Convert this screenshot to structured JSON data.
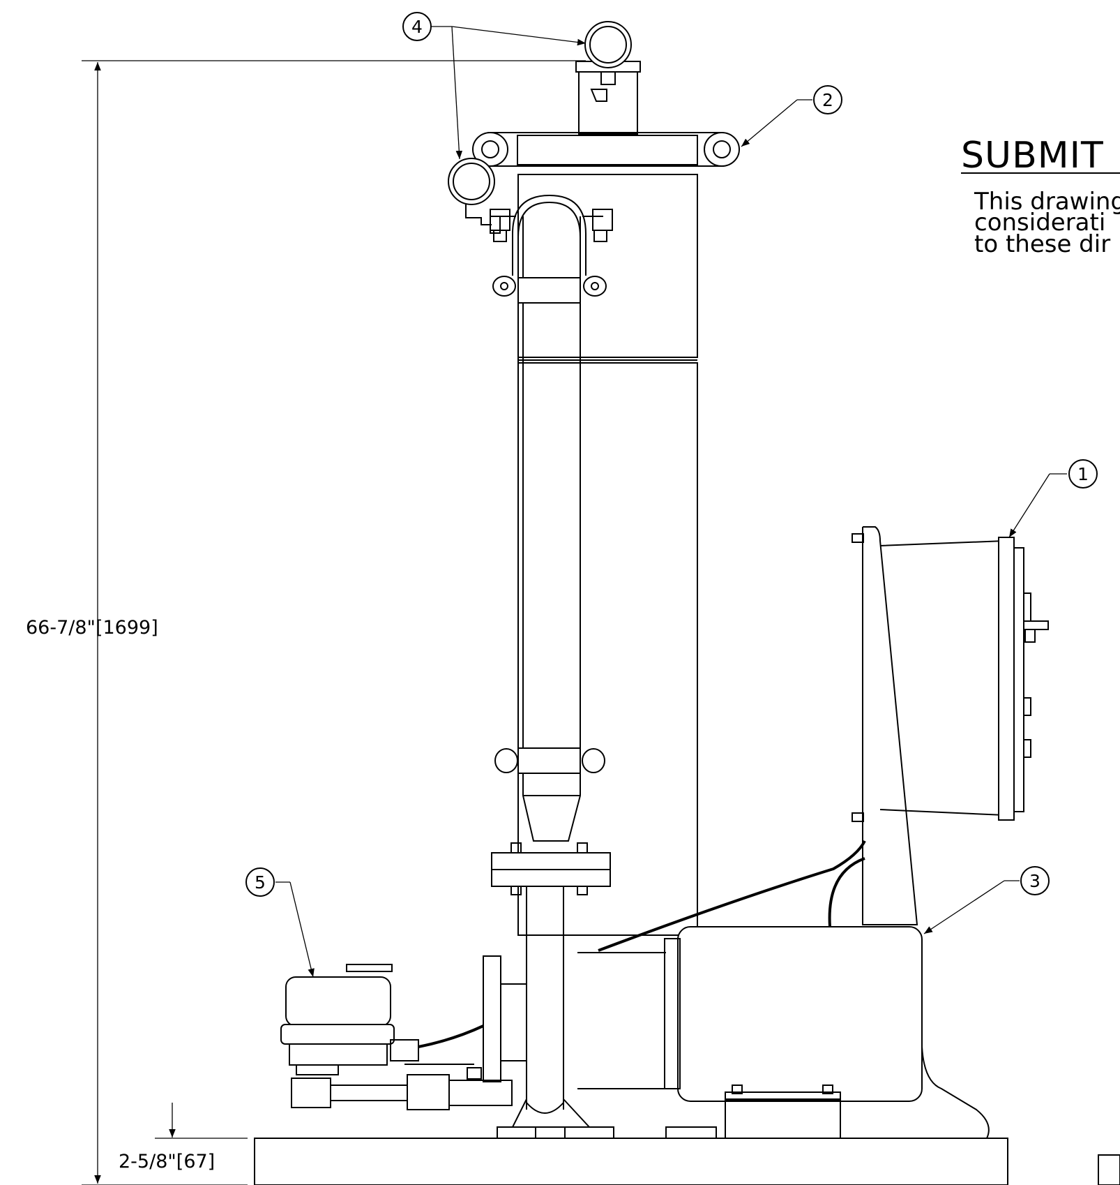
{
  "title": "SUBMIT",
  "note_lines": [
    "This drawing",
    "considerati",
    "to these dir"
  ],
  "dimensions": {
    "overall_height": "66-7/8\"[1699]",
    "base_height": "2-5/8\"[67]"
  },
  "balloons": [
    "1",
    "2",
    "3",
    "4",
    "5"
  ]
}
